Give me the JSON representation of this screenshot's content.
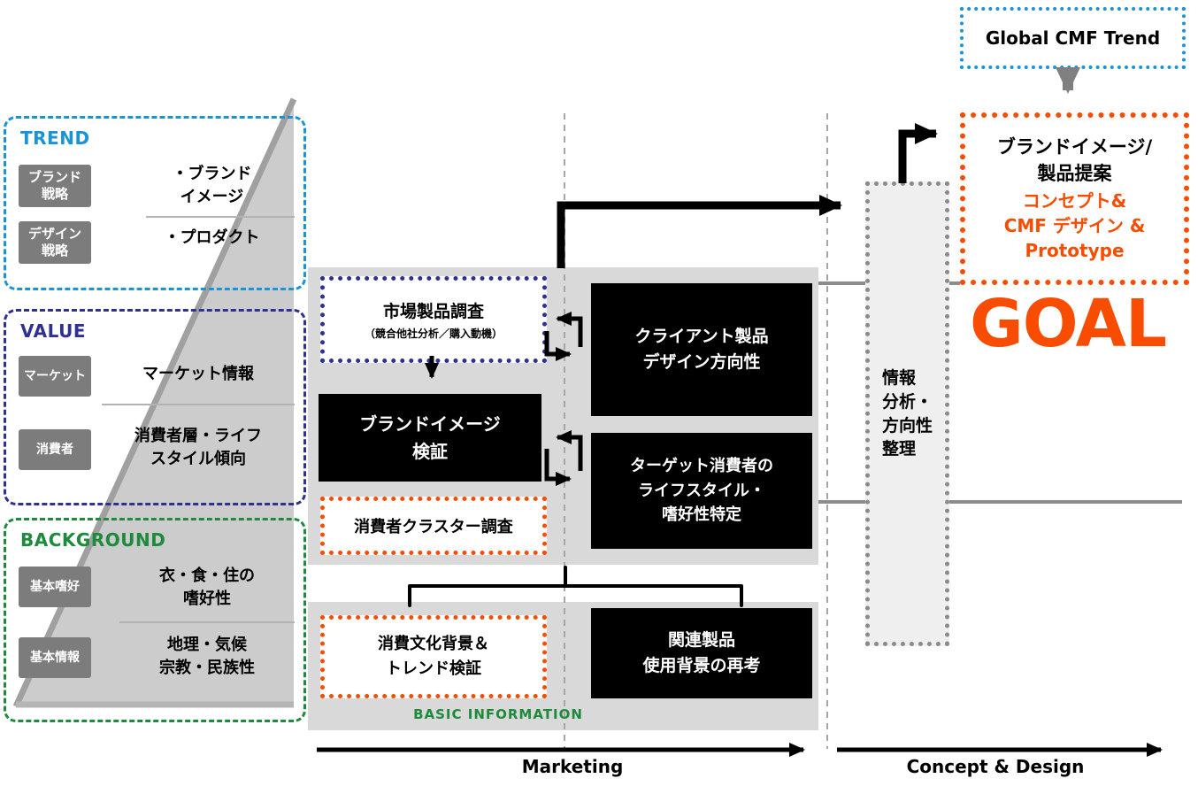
{
  "colors": {
    "blue": "#1a94d4",
    "navy": "#2e3192",
    "green": "#1e8a3c",
    "orange": "#f84c00",
    "black": "#000000",
    "panel_gray": "#d9d9d9",
    "tag_gray": "#7c7c7c"
  },
  "top_right": {
    "global_cmf_trend": "Global CMF Trend",
    "proposal_box": {
      "title": "ブランドイメージ/\n製品提案",
      "highlight": "コンセプト&\nCMF デザイン &\nPrototype"
    },
    "goal": "GOAL"
  },
  "left": {
    "trend": {
      "title": "TREND",
      "tag1": "ブランド\n戦略",
      "tag2": "デザイン\n戦略",
      "item1": "・ブランド\nイメージ",
      "item2": "・プロダクト"
    },
    "value": {
      "title": "VALUE",
      "tag1": "マーケット",
      "tag2": "消費者",
      "item1": "マーケット情報",
      "item2": "消費者層・ライフ\nスタイル傾向"
    },
    "background": {
      "title": "BACKGROUND",
      "tag1": "基本嗜好",
      "tag2": "基本情報",
      "item1": "衣・食・住の\n嗜好性",
      "item2": "地理・気候\n宗教・民族性"
    }
  },
  "research": {
    "market_survey_title": "市場製品調査",
    "market_survey_sub": "（競合他社分析／購入動機）",
    "brand_image_check": "ブランドイメージ\n検証",
    "consumer_cluster": "消費者クラスター調査",
    "client_product": "クライアント製品\nデザイン方向性",
    "target_consumer": "ターゲット消費者の\nライフスタイル・\n嗜好性特定"
  },
  "basic": {
    "culture_trend": "消費文化背景＆\nトレンド検証",
    "related_products": "関連製品\n使用背景の再考",
    "caption": "BASIC INFORMATION"
  },
  "analysis": {
    "text": "情報\n分析・\n方向性\n整理"
  },
  "timeline": {
    "marketing": "Marketing",
    "concept_design": "Concept & Design"
  }
}
